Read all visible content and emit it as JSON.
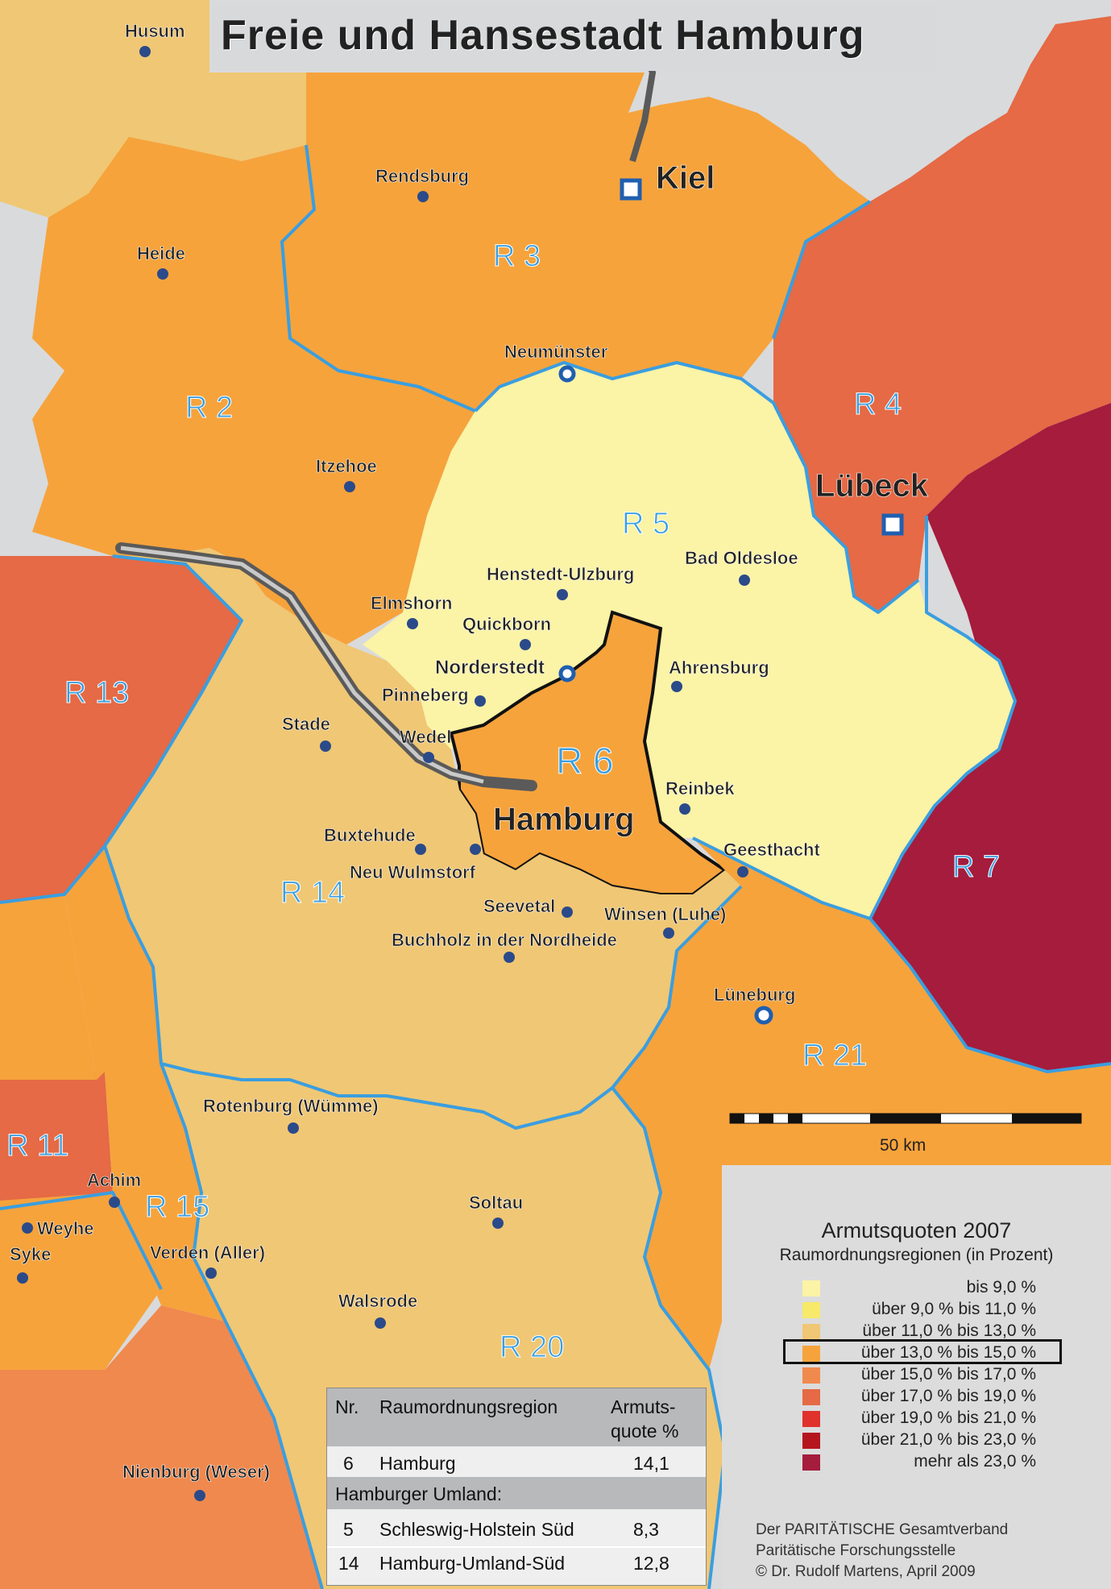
{
  "title": "Freie und Hansestadt Hamburg",
  "colors": {
    "bis_9": "#fbf3a6",
    "9_11": "#f7e96a",
    "11_13": "#f0c774",
    "13_15": "#f6a33c",
    "15_17": "#f0894e",
    "17_19": "#e56a45",
    "19_21": "#e0312b",
    "21_23": "#b5161e",
    "mehr_23": "#a51c3d",
    "river": "#5a5a5a",
    "border": "#3a9ee0",
    "sea": "#d9dadc"
  },
  "regions": [
    {
      "label": "R 2"
    },
    {
      "label": "R 3"
    },
    {
      "label": "R 4"
    },
    {
      "label": "R 5"
    },
    {
      "label": "R 6"
    },
    {
      "label": "R 7"
    },
    {
      "label": "R 11"
    },
    {
      "label": "R 13"
    },
    {
      "label": "R 14"
    },
    {
      "label": "R 15"
    },
    {
      "label": "R 20"
    },
    {
      "label": "R 21"
    }
  ],
  "cities": {
    "husum": "Husum",
    "rendsburg": "Rendsburg",
    "kiel": "Kiel",
    "heide": "Heide",
    "neumuenster": "Neumünster",
    "itzehoe": "Itzehoe",
    "luebeck": "Lübeck",
    "henstedt": "Henstedt-Ulzburg",
    "bad_oldesloe": "Bad Oldesloe",
    "elmshorn": "Elmshorn",
    "quickborn": "Quickborn",
    "norderstedt": "Norderstedt",
    "ahrensburg": "Ahrensburg",
    "pinneberg": "Pinneberg",
    "stade": "Stade",
    "wedel": "Wedel",
    "hamburg": "Hamburg",
    "reinbek": "Reinbek",
    "buxtehude": "Buxtehude",
    "neu_wulmstorf": "Neu Wulmstorf",
    "geesthacht": "Geesthacht",
    "seevetal": "Seevetal",
    "winsen": "Winsen (Luhe)",
    "buchholz": "Buchholz in der Nordheide",
    "lueneburg": "Lüneburg",
    "rotenburg": "Rotenburg (Wümme)",
    "achim": "Achim",
    "weyhe": "Weyhe",
    "syke": "Syke",
    "verden": "Verden (Aller)",
    "soltau": "Soltau",
    "walsrode": "Walsrode",
    "nienburg": "Nienburg (Weser)"
  },
  "scale": {
    "label": "50 km"
  },
  "legend": {
    "title": "Armutsquoten 2007",
    "subtitle": "Raumordnungsregionen (in Prozent)",
    "items": [
      {
        "label": "bis 9,0 %",
        "color": "#fbf3a6"
      },
      {
        "label": "über 9,0 % bis 11,0 %",
        "color": "#f7e96a"
      },
      {
        "label": "über 11,0 % bis 13,0 %",
        "color": "#f0c774"
      },
      {
        "label": "über 13,0 % bis 15,0 %",
        "color": "#f6a33c"
      },
      {
        "label": "über 15,0 % bis 17,0 %",
        "color": "#f0894e"
      },
      {
        "label": "über 17,0 % bis 19,0 %",
        "color": "#e56a45"
      },
      {
        "label": "über 19,0 % bis 21,0 %",
        "color": "#e0312b"
      },
      {
        "label": "über 21,0 % bis 23,0 %",
        "color": "#b5161e"
      },
      {
        "label": "mehr als 23,0 %",
        "color": "#a51c3d"
      }
    ],
    "highlighted": "über 13,0 % bis 15,0 %"
  },
  "credits": {
    "line1": "Der PARITÄTISCHE Gesamtverband",
    "line2": "Paritätische Forschungsstelle",
    "line3": "© Dr. Rudolf Martens, April 2009"
  },
  "table": {
    "headers": {
      "nr": "Nr.",
      "region": "Raumordnungsregion",
      "quote_line1": "Armuts-",
      "quote_line2": "quote %"
    },
    "row_hamburg": {
      "nr": "6",
      "region": "Hamburg",
      "quote": "14,1"
    },
    "subheading": "Hamburger Umland:",
    "row_sh_sued": {
      "nr": "5",
      "region": "Schleswig-Holstein Süd",
      "quote": "8,3"
    },
    "row_hh_sued": {
      "nr": "14",
      "region": "Hamburg-Umland-Süd",
      "quote": "12,8"
    }
  }
}
